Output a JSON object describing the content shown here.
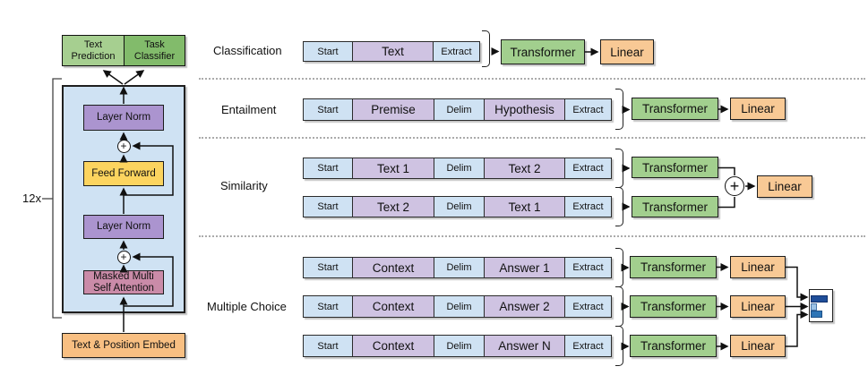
{
  "colors": {
    "token-blue": "#cfe2f3",
    "token-purple": "#cfc3e2",
    "green": "#a2cf8e",
    "orange": "#f8c995",
    "purple-box": "#ab94cf",
    "yellow": "#fcd45f",
    "pink": "#ca8ba8",
    "container-blue": "#cfe2f3",
    "green-light": "#a6cf90",
    "green-dark": "#82bb6b",
    "embed-orange": "#f8bf82",
    "bar-dark": "#1f4e99",
    "bar-light": "#9dc3e6",
    "bar-mid": "#2e75b6"
  },
  "left": {
    "repeat_label": "12x",
    "plus": "+",
    "outputs": [
      {
        "label": "Text Prediction"
      },
      {
        "label": "Task Classifier"
      }
    ],
    "blocks": {
      "layer_norm_top": "Layer Norm",
      "feed_forward": "Feed Forward",
      "layer_norm_bottom": "Layer Norm",
      "attention": "Masked Multi Self Attention",
      "embed": "Text & Position Embed"
    }
  },
  "tasks": [
    {
      "label": "Classification",
      "rows": [
        {
          "tokens": [
            "Start",
            "Text",
            "Extract"
          ],
          "transformer": "Transformer",
          "linear": "Linear"
        }
      ]
    },
    {
      "label": "Entailment",
      "rows": [
        {
          "tokens": [
            "Start",
            "Premise",
            "Delim",
            "Hypothesis",
            "Extract"
          ],
          "transformer": "Transformer",
          "linear": "Linear"
        }
      ]
    },
    {
      "label": "Similarity",
      "combine": "+",
      "linear": "Linear",
      "rows": [
        {
          "tokens": [
            "Start",
            "Text 1",
            "Delim",
            "Text 2",
            "Extract"
          ],
          "transformer": "Transformer"
        },
        {
          "tokens": [
            "Start",
            "Text 2",
            "Delim",
            "Text 1",
            "Extract"
          ],
          "transformer": "Transformer"
        }
      ]
    },
    {
      "label": "Multiple Choice",
      "rows": [
        {
          "tokens": [
            "Start",
            "Context",
            "Delim",
            "Answer 1",
            "Extract"
          ],
          "transformer": "Transformer",
          "linear": "Linear"
        },
        {
          "tokens": [
            "Start",
            "Context",
            "Delim",
            "Answer 2",
            "Extract"
          ],
          "transformer": "Transformer",
          "linear": "Linear"
        },
        {
          "tokens": [
            "Start",
            "Context",
            "Delim",
            "Answer N",
            "Extract"
          ],
          "transformer": "Transformer",
          "linear": "Linear"
        }
      ],
      "result_bars": [
        {
          "width": 17
        },
        {
          "width": 5
        },
        {
          "width": 11
        }
      ]
    }
  ]
}
